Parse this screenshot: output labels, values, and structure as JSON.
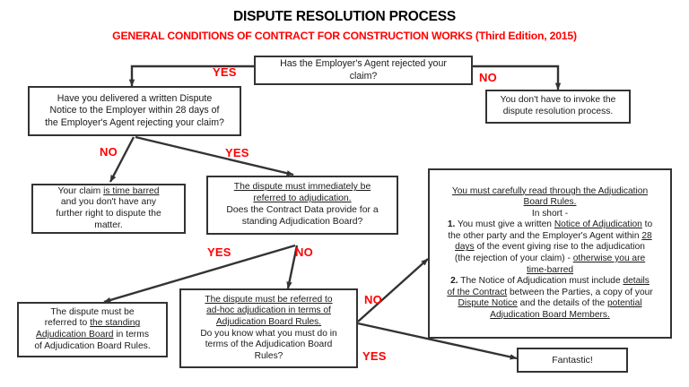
{
  "header": {
    "title": "DISPUTE RESOLUTION PROCESS",
    "subtitle": "GENERAL CONDITIONS OF CONTRACT FOR CONSTRUCTION WORKS (Third Edition, 2015)",
    "title_color": "#000000",
    "subtitle_color": "#ff0000"
  },
  "style": {
    "box_border_color": "#333333",
    "box_fill": "#ffffff",
    "line_color": "#333333",
    "label_color": "#ff0000"
  },
  "nodes": {
    "q1": {
      "id": "has-employers-agent-rejected",
      "type": "decision",
      "lines": [
        "Has the Employer's Agent rejected your",
        "claim?"
      ]
    },
    "no_invoke": {
      "id": "no-need-to-invoke",
      "type": "terminator",
      "lines": [
        "You don't have to invoke the",
        "dispute resolution process."
      ]
    },
    "q2": {
      "id": "delivered-dispute-notice",
      "type": "decision",
      "lines": [
        "Have you delivered a written Dispute",
        "Notice to the Employer within 28 days of",
        "the Employer's Agent rejecting your claim?"
      ]
    },
    "time_barred": {
      "id": "claim-time-barred",
      "type": "terminator",
      "lines_rich": [
        [
          {
            "t": "Your claim "
          },
          {
            "t": "is time barred",
            "u": true
          }
        ],
        [
          {
            "t": "and you don't have any"
          }
        ],
        [
          {
            "t": "further right to dispute the"
          }
        ],
        [
          {
            "t": "matter."
          }
        ]
      ]
    },
    "q3": {
      "id": "standing-adjudication-board",
      "type": "decision",
      "lines_rich": [
        [
          {
            "t": "The dispute must immediately be",
            "u": true
          }
        ],
        [
          {
            "t": "referred to adjudication.",
            "u": true
          }
        ],
        [
          {
            "t": "Does the Contract Data provide for a"
          }
        ],
        [
          {
            "t": "standing Adjudication Board?"
          }
        ]
      ]
    },
    "standing_board": {
      "id": "refer-to-standing-board",
      "type": "process",
      "lines_rich": [
        [
          {
            "t": "The dispute must be"
          }
        ],
        [
          {
            "t": "referred to "
          },
          {
            "t": "the standing",
            "u": true
          }
        ],
        [
          {
            "t": "Adjudication Board",
            "u": true
          },
          {
            "t": " in terms"
          }
        ],
        [
          {
            "t": "of Adjudication Board Rules."
          }
        ]
      ]
    },
    "adhoc": {
      "id": "refer-to-adhoc-adjudication",
      "type": "decision",
      "lines_rich": [
        [
          {
            "t": "The dispute must be referred to",
            "u": true
          }
        ],
        [
          {
            "t": "ad-hoc adjudication in terms of",
            "u": true
          }
        ],
        [
          {
            "t": "Adjudication Board Rules.",
            "u": true
          }
        ],
        [
          {
            "t": "Do you know what you must do in"
          }
        ],
        [
          {
            "t": "terms of the Adjudication Board"
          }
        ],
        [
          {
            "t": "Rules?"
          }
        ]
      ]
    },
    "rules": {
      "id": "read-adjudication-board-rules",
      "type": "process",
      "lines_rich": [
        [
          {
            "t": "You must carefully read through the Adjudication",
            "u": true
          }
        ],
        [
          {
            "t": "Board Rules.",
            "u": true
          }
        ],
        [
          {
            "t": "In short -"
          }
        ],
        [
          {
            "t": "1.",
            "b": true
          },
          {
            "t": " You must give a written "
          },
          {
            "t": "Notice of Adjudication",
            "u": true
          },
          {
            "t": " to"
          }
        ],
        [
          {
            "t": "the other party and the Employer's Agent within "
          },
          {
            "t": "28",
            "u": true
          }
        ],
        [
          {
            "t": "days",
            "u": true
          },
          {
            "t": " of the event giving rise to the adjudication"
          }
        ],
        [
          {
            "t": "(the rejection of your claim) - "
          },
          {
            "t": "otherwise you are",
            "u": true
          }
        ],
        [
          {
            "t": "time-barred",
            "u": true
          }
        ],
        [
          {
            "t": "2.",
            "b": true
          },
          {
            "t": " The Notice of Adjudication must include "
          },
          {
            "t": "details",
            "u": true
          }
        ],
        [
          {
            "t": "of the Contract",
            "u": true
          },
          {
            "t": " between the Parties, a copy of your"
          }
        ],
        [
          {
            "t": "Dispute Notice",
            "u": true
          },
          {
            "t": " and the details of the "
          },
          {
            "t": "potential",
            "u": true
          }
        ],
        [
          {
            "t": "Adjudication Board Members.",
            "u": true
          }
        ]
      ]
    },
    "fantastic": {
      "id": "fantastic",
      "type": "terminator",
      "lines": [
        "Fantastic!"
      ]
    }
  },
  "edge_labels": {
    "q1_yes": "YES",
    "q1_no": "NO",
    "q2_no": "NO",
    "q2_yes": "YES",
    "q3_yes": "YES",
    "q3_no": "NO",
    "adhoc_no": "NO",
    "adhoc_yes": "YES"
  }
}
